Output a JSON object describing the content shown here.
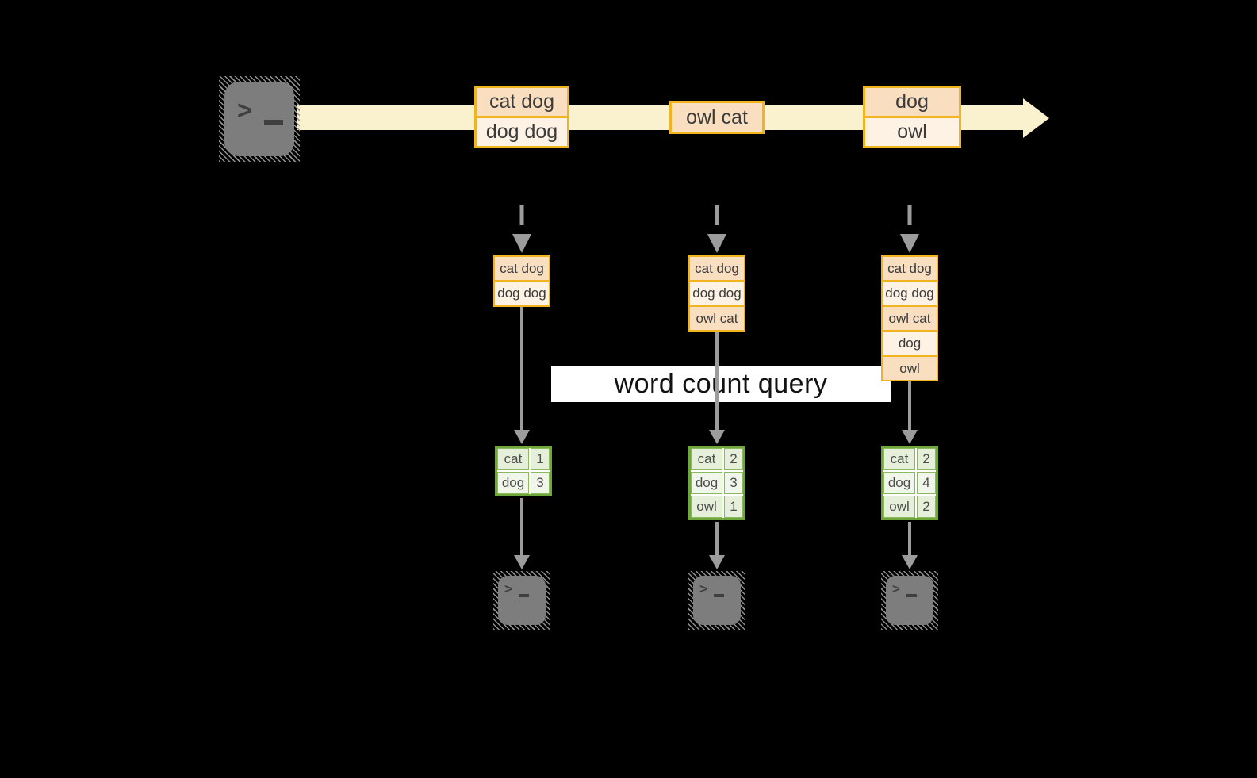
{
  "query_band": {
    "label": "word count query"
  },
  "stream": {
    "events": [
      {
        "rows": [
          "cat dog",
          "dog dog"
        ]
      },
      {
        "rows": [
          "owl cat"
        ]
      },
      {
        "rows": [
          "dog",
          "owl"
        ]
      }
    ]
  },
  "columns": [
    {
      "batch": [
        "cat dog",
        "dog dog"
      ],
      "counts": [
        [
          "cat",
          "1"
        ],
        [
          "dog",
          "3"
        ]
      ]
    },
    {
      "batch": [
        "cat dog",
        "dog dog",
        "owl cat"
      ],
      "counts": [
        [
          "cat",
          "2"
        ],
        [
          "dog",
          "3"
        ],
        [
          "owl",
          "1"
        ]
      ]
    },
    {
      "batch": [
        "cat dog",
        "dog dog",
        "owl cat",
        "dog",
        "owl"
      ],
      "counts": [
        [
          "cat",
          "2"
        ],
        [
          "dog",
          "4"
        ],
        [
          "owl",
          "2"
        ]
      ]
    }
  ],
  "icons": {
    "source": "terminal-icon",
    "sinks": [
      "terminal-icon",
      "terminal-icon",
      "terminal-icon"
    ],
    "terminal_prompt": ">_"
  },
  "colors": {
    "background": "#000000",
    "stream_band": "#FAF1CF",
    "box_border": "#F0B41E",
    "box_fill_dark": "#F9DEC0",
    "box_fill_light": "#FDF2E4",
    "table_border": "#6FA73C",
    "table_cell_dark": "#E5EFDA",
    "table_cell_light": "#F1F6EB",
    "arrow_gray": "#9C9C9C",
    "terminal_gray": "#7D7D7D",
    "query_band_bg": "#FFFFFF",
    "text_dark": "#3B3B3B"
  }
}
